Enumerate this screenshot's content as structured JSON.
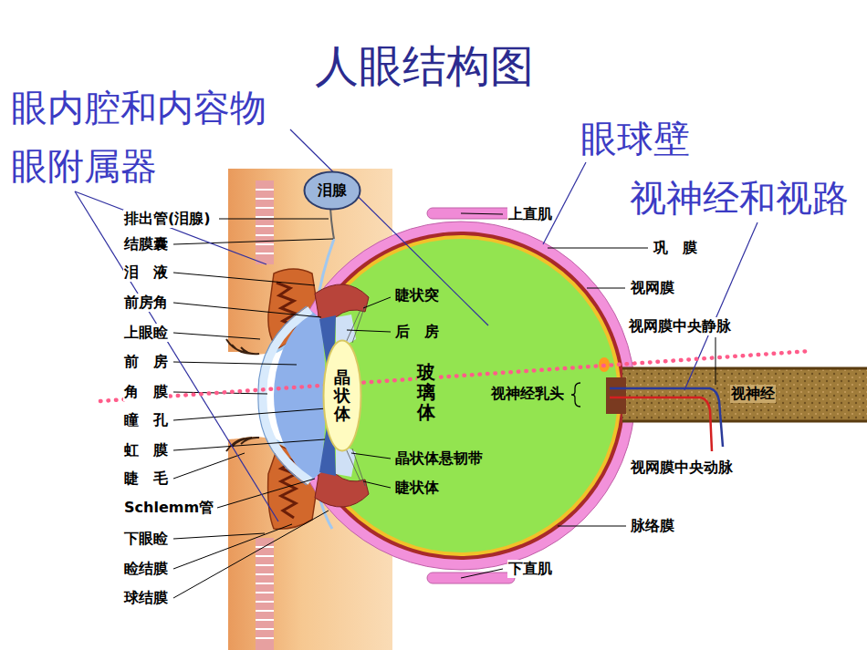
{
  "diagram": {
    "title": "人眼结构图",
    "nodes": [
      {
        "text": [
          "泪腺"
        ]
      },
      {
        "text": [
          "晶状体"
        ]
      }
    ],
    "labels": [
      "眼内腔和内容物",
      "眼附属器",
      "眼球壁",
      "视神经和视路",
      "排出管(泪腺)",
      "结膜囊",
      "泪　液",
      "前房角",
      "上眼睑",
      "前　房",
      "角　膜",
      "瞳　孔",
      "虹　膜",
      "睫　毛",
      "Schlemm管",
      "下眼睑",
      "睑结膜",
      "球结膜",
      "上直肌",
      "巩　膜",
      "视网膜",
      "视网膜中央静脉",
      "睫状突",
      "后　房",
      "玻璃体",
      "视神经乳头",
      "视神经",
      "晶状体悬韧带",
      "睫状体",
      "视网膜中央动脉",
      "脉络膜",
      "下直肌"
    ]
  }
}
